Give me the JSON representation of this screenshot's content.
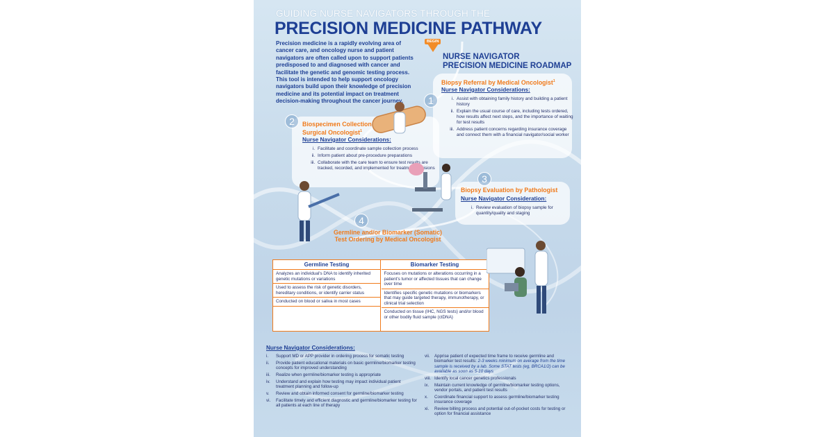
{
  "header": {
    "subtitle": "GUIDING NURSE NAVIGATORS THROUGH THE",
    "title": "PRECISION MEDICINE PATHWAY",
    "intro": "Precision medicine is a rapidly evolving area of cancer care, and oncology nurse and patient navigators are often called upon to support patients predisposed to and diagnosed with cancer and facilitate the genetic and genomic testing process. This tool is intended to help support oncology navigators build upon their knowledge of precision medicine and its potential impact on treatment decision-making throughout the cancer journey."
  },
  "roadmap": {
    "begin_label": "BEGIN",
    "title_line1": "NURSE NAVIGATOR",
    "title_line2": "PRECISION MEDICINE ROADMAP"
  },
  "steps": [
    {
      "number": "1",
      "title": "Biopsy Referral by Medical Oncologist",
      "footnote": "1",
      "considerations_label": "Nurse Navigator Considerations:",
      "items": [
        "Assist with obtaining family history and building a patient history",
        "Explain the usual course of care, including tests ordered, how results affect next steps, and the importance of waiting for test results",
        "Address patient concerns regarding insurance coverage and connect them with a financial navigator/social worker"
      ]
    },
    {
      "number": "2",
      "title_line1": "Biospecimen Collection by",
      "title_line2": "Surgical Oncologist",
      "footnote": "1",
      "considerations_label": "Nurse Navigator Considerations:",
      "items": [
        "Facilitate and coordinate sample collection process",
        "Inform patient about pre-procedure preparations",
        "Collaborate with the care team to ensure test results are tracked, recorded, and implemented for treatment decisions"
      ]
    },
    {
      "number": "3",
      "title": "Biopsy Evaluation by Pathologist",
      "considerations_label": "Nurse Navigator Consideration:",
      "items": [
        "Review evaluation of biopsy sample for quantity/quality and staging"
      ]
    },
    {
      "number": "4",
      "title_line1": "Germline and/or Biomarker (Somatic)",
      "title_line2": "Test Ordering by Medical Oncologist"
    }
  ],
  "table": {
    "germline": {
      "header": "Germline Testing",
      "rows": [
        "Analyzes an individual's DNA to identify inherited genetic mutations or variations",
        "Used to assess the risk of genetic disorders, hereditary conditions, or identify carrier status",
        "Conducted on blood or saliva in most cases"
      ]
    },
    "biomarker": {
      "header": "Biomarker Testing",
      "rows": [
        "Focuses on mutations or alterations occurring in a patient's tumor or affected tissues that can change over time",
        "Identifies specific genetic mutations or biomarkers that may guide targeted therapy, immunotherapy, or clinical trial selection",
        "Conducted on tissue (IHC, NGS tests) and/or blood or other bodily fluid sample (ctDNA)"
      ]
    }
  },
  "general": {
    "title": "Nurse Navigator Considerations:",
    "left": [
      {
        "n": "i.",
        "t": "Support MD or APP provider in ordering process for somatic testing"
      },
      {
        "n": "ii.",
        "t": "Provide patient educational materials on basic germline/biomarker testing concepts for improved understanding"
      },
      {
        "n": "iii.",
        "t": "Realize when germline/biomarker testing is appropriate"
      },
      {
        "n": "iv.",
        "t": "Understand and explain how testing may impact individual patient treatment planning and follow-up"
      },
      {
        "n": "v.",
        "t": "Review and obtain informed consent for germline/biomarker testing"
      },
      {
        "n": "vi.",
        "t": "Facilitate timely and efficient diagnostic and germline/biomarker testing for all patients at each line of therapy"
      }
    ],
    "right_vii_a": "Apprise patient of expected time frame to receive germline and biomarker test results: ",
    "right_vii_b": "2-3 weeks minimum on average from the time sample is received by a lab. Some STAT tests (eg, BRCA1/2) can be available as soon as 5-10 days",
    "right": [
      {
        "n": "viii.",
        "t": "Identify local cancer genetics professionals"
      },
      {
        "n": "ix.",
        "t": "Maintain current knowledge of germline/biomarker testing options, vendor portals, and patient test results"
      },
      {
        "n": "x.",
        "t": "Coordinate financial support to assess germline/biomarker testing insurance coverage"
      },
      {
        "n": "xi.",
        "t": "Review billing process and potential out-of-pocket costs for testing or option for financial assistance"
      }
    ]
  },
  "colors": {
    "navy": "#1e3f94",
    "orange": "#f07a1a",
    "background": "#c9dcec"
  }
}
